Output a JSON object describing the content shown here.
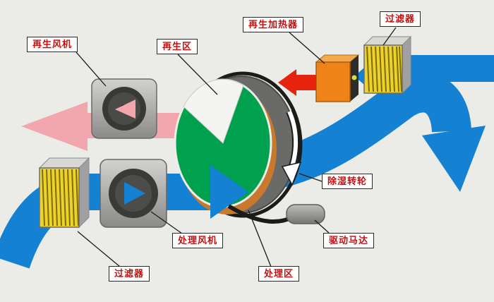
{
  "diagram": {
    "type": "desiccant-wheel-dehumidifier-schematic",
    "labels": {
      "regen_fan": "再生风机",
      "regen_zone": "再生区",
      "regen_heater": "再生加热器",
      "filter_top": "过滤器",
      "dehumid_wheel": "除湿转轮",
      "drive_motor": "驱动马达",
      "process_fan": "处理风机",
      "filter_bottom": "过滤器",
      "process_zone": "处理区"
    },
    "colors": {
      "background": "#ebebe8",
      "process_air_blue": "#1581d2",
      "regen_exhaust_pink": "#f2a6ad",
      "hot_air_red": "#e5230e",
      "wheel_green": "#00a14e",
      "wheel_rim_gray": "#6a6a68",
      "wheel_bottom_orange": "#c8792c",
      "heater_orange": "#ef8318",
      "filter_yellow": "#ecd22b",
      "label_text_red": "#c41111",
      "label_border_black": "#2a2a2a"
    }
  }
}
